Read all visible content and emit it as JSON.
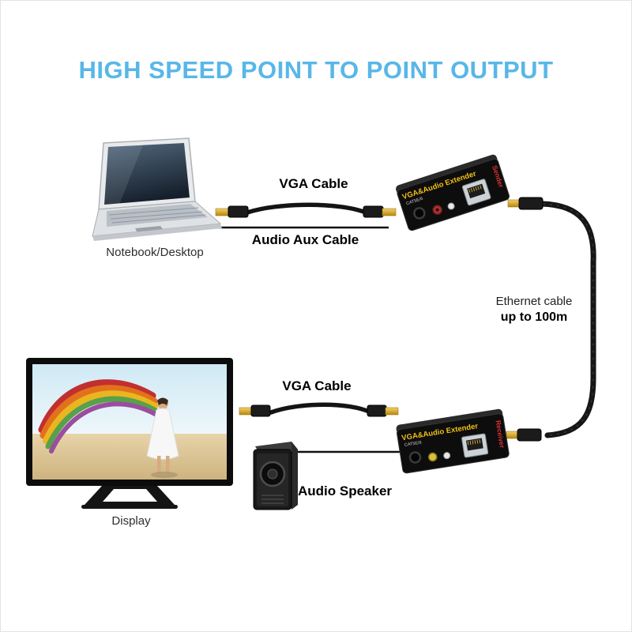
{
  "title": "HIGH SPEED POINT TO POINT OUTPUT",
  "top": {
    "source_label": "Notebook/Desktop",
    "vga_cable": "VGA Cable",
    "audio_cable": "Audio Aux Cable",
    "sender": {
      "brand": "VGA&Audio Extender",
      "model": "CAT5E/6",
      "role": "Sender"
    }
  },
  "ethernet": {
    "line1": "Ethernet cable",
    "line2": "up to 100m"
  },
  "bottom": {
    "display_label": "Display",
    "vga_cable": "VGA Cable",
    "speaker_label": "Audio Speaker",
    "receiver": {
      "brand": "VGA&Audio Extender",
      "model": "CAT5E/6",
      "role": "Receiver"
    }
  },
  "colors": {
    "title_blue": "#58b7e8",
    "label_black": "#000000",
    "device_body": "#0d0d0d",
    "brand_yellow": "#f0c019",
    "role_red": "#e03030",
    "connector_gold": "#d9b13b",
    "cable_black": "#161616"
  }
}
